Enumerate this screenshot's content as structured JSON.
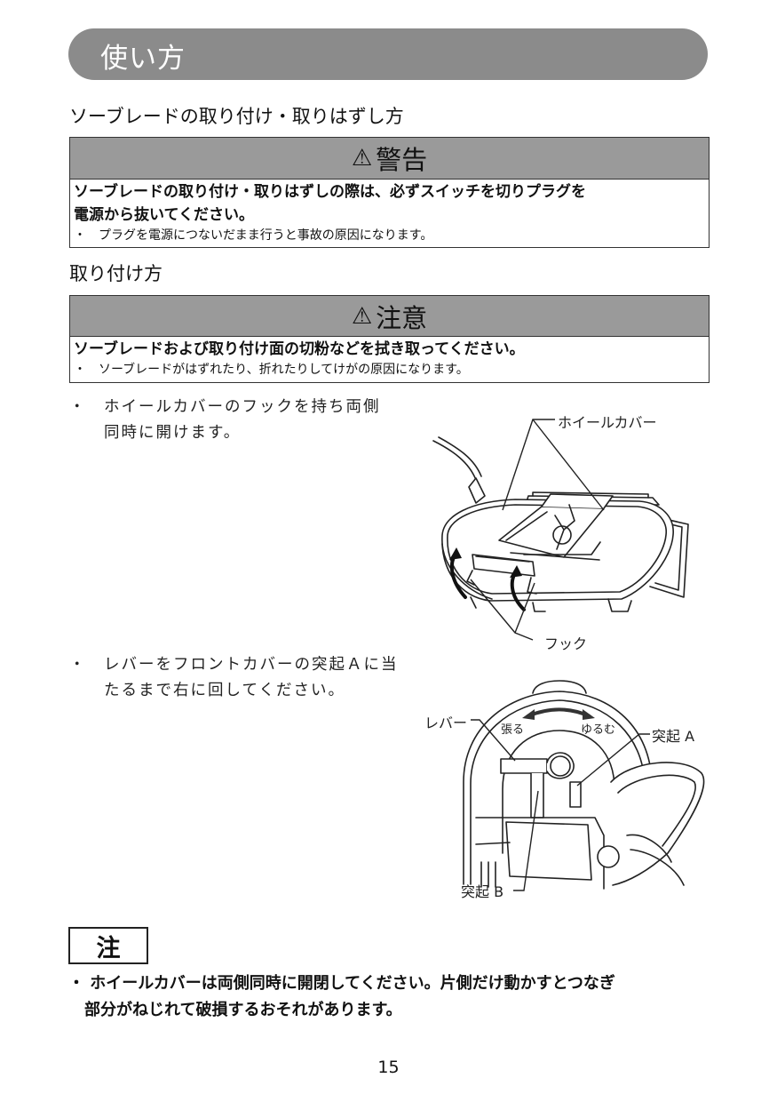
{
  "header": {
    "title": "使い方"
  },
  "section_title": "ソーブレードの取り付け・取りはずし方",
  "warning_box": {
    "icon": "warning-triangle-icon",
    "title": "警告",
    "bold_text_1": "ソーブレードの取り付け・取りはずしの際は、必ずスイッチを切りプラグを",
    "bold_text_2": "電源から抜いてください。",
    "note": "・　プラグを電源につないだまま行うと事故の原因になります。"
  },
  "subsection_title": "取り付け方",
  "caution_box": {
    "icon": "warning-triangle-icon",
    "title": "注意",
    "bold_text": "ソーブレードおよび取り付け面の切粉などを拭き取ってください。",
    "note": "・　ソーブレードがはずれたり、折れたりしてけがの原因になります。"
  },
  "step1": {
    "line1": "・　ホイールカバーのフックを持ち両側",
    "line2": "　　同時に開けます。",
    "labels": {
      "wheel_cover": "ホイールカバー",
      "hook": "フック"
    }
  },
  "step2": {
    "line1": "・　レバーをフロントカバーの突起Ａに当",
    "line2": "　　たるまで右に回してください。",
    "labels": {
      "lever": "レバー",
      "tighten": "張る",
      "loosen": "ゆるむ",
      "protrusion_a": "突起 A",
      "protrusion_b": "突起 B"
    }
  },
  "note": {
    "label": "注",
    "line1": "・ ホイールカバーは両側同時に開閉してください。片側だけ動かすとつなぎ",
    "line2": "　部分がねじれて破損するおそれがあります。"
  },
  "page_number": "15"
}
